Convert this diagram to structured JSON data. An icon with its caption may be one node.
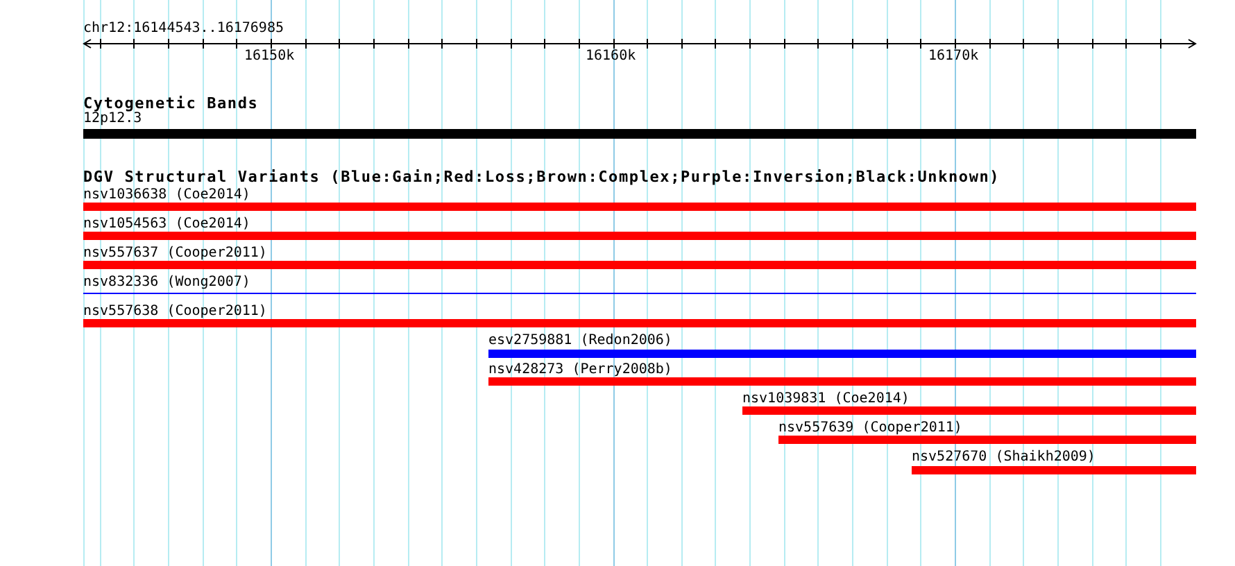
{
  "diagram": {
    "nodes": [
      {
        "text": [
          "12p12.3"
        ]
      },
      {
        "text": [
          "nsv1036638 (Coe2014)"
        ]
      },
      {
        "text": [
          "nsv1054563 (Coe2014)"
        ]
      },
      {
        "text": [
          "nsv557637 (Cooper2011)"
        ]
      },
      {
        "text": [
          "nsv832336 (Wong2007)"
        ]
      },
      {
        "text": [
          "nsv557638 (Cooper2011)"
        ]
      },
      {
        "text": [
          "esv2759881 (Redon2006)"
        ]
      },
      {
        "text": [
          "nsv428273 (Perry2008b)"
        ]
      },
      {
        "text": [
          "nsv1039831 (Coe2014)"
        ]
      },
      {
        "text": [
          "nsv557639 (Cooper2011)"
        ]
      },
      {
        "text": [
          "nsv527670 (Shaikh2009)"
        ]
      }
    ],
    "labels": [
      "chr12:16144543..16176985",
      "16150k",
      "16160k",
      "16170k",
      "Cytogenetic Bands",
      "DGV Structural Variants (Blue:Gain;Red:Loss;Brown:Complex;Purple:Inversion;Black:Unknown)"
    ]
  }
}
